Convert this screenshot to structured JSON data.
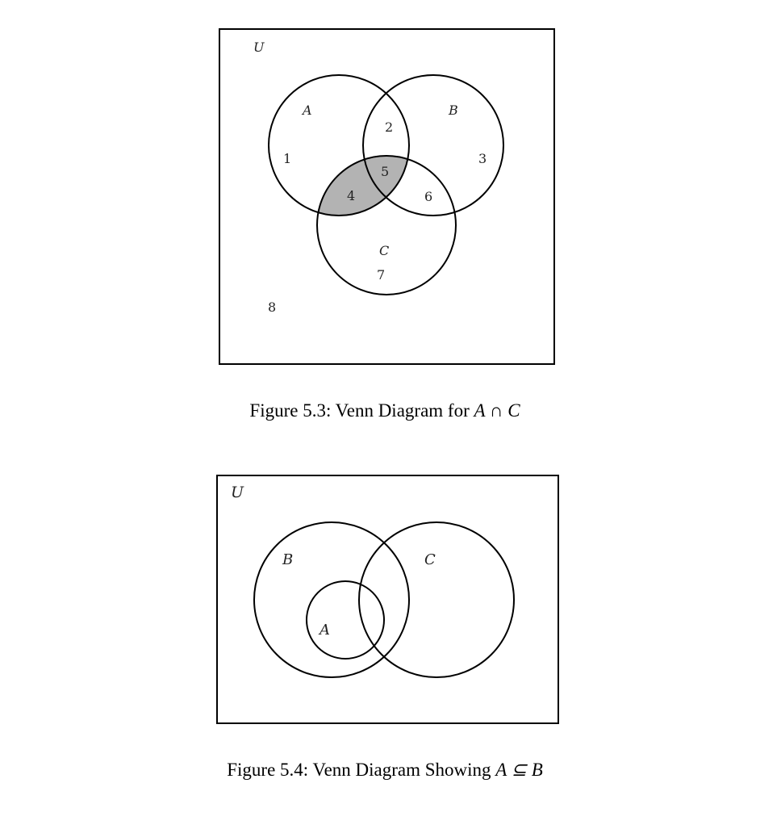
{
  "figure1": {
    "universe_label": "U",
    "set_labels": {
      "a": "A",
      "b": "B",
      "c": "C"
    },
    "regions": [
      "1",
      "2",
      "3",
      "4",
      "5",
      "6",
      "7",
      "8"
    ],
    "shaded_regions": [
      "4",
      "5"
    ],
    "shade_color": "#b3b3b3",
    "caption_prefix": "Figure 5.3: Venn Diagram for ",
    "caption_math": "A ∩ C"
  },
  "figure2": {
    "universe_label": "U",
    "set_labels": {
      "a": "A",
      "b": "B",
      "c": "C"
    },
    "caption_prefix": "Figure 5.4: Venn Diagram Showing ",
    "caption_math": "A ⊆ B"
  }
}
